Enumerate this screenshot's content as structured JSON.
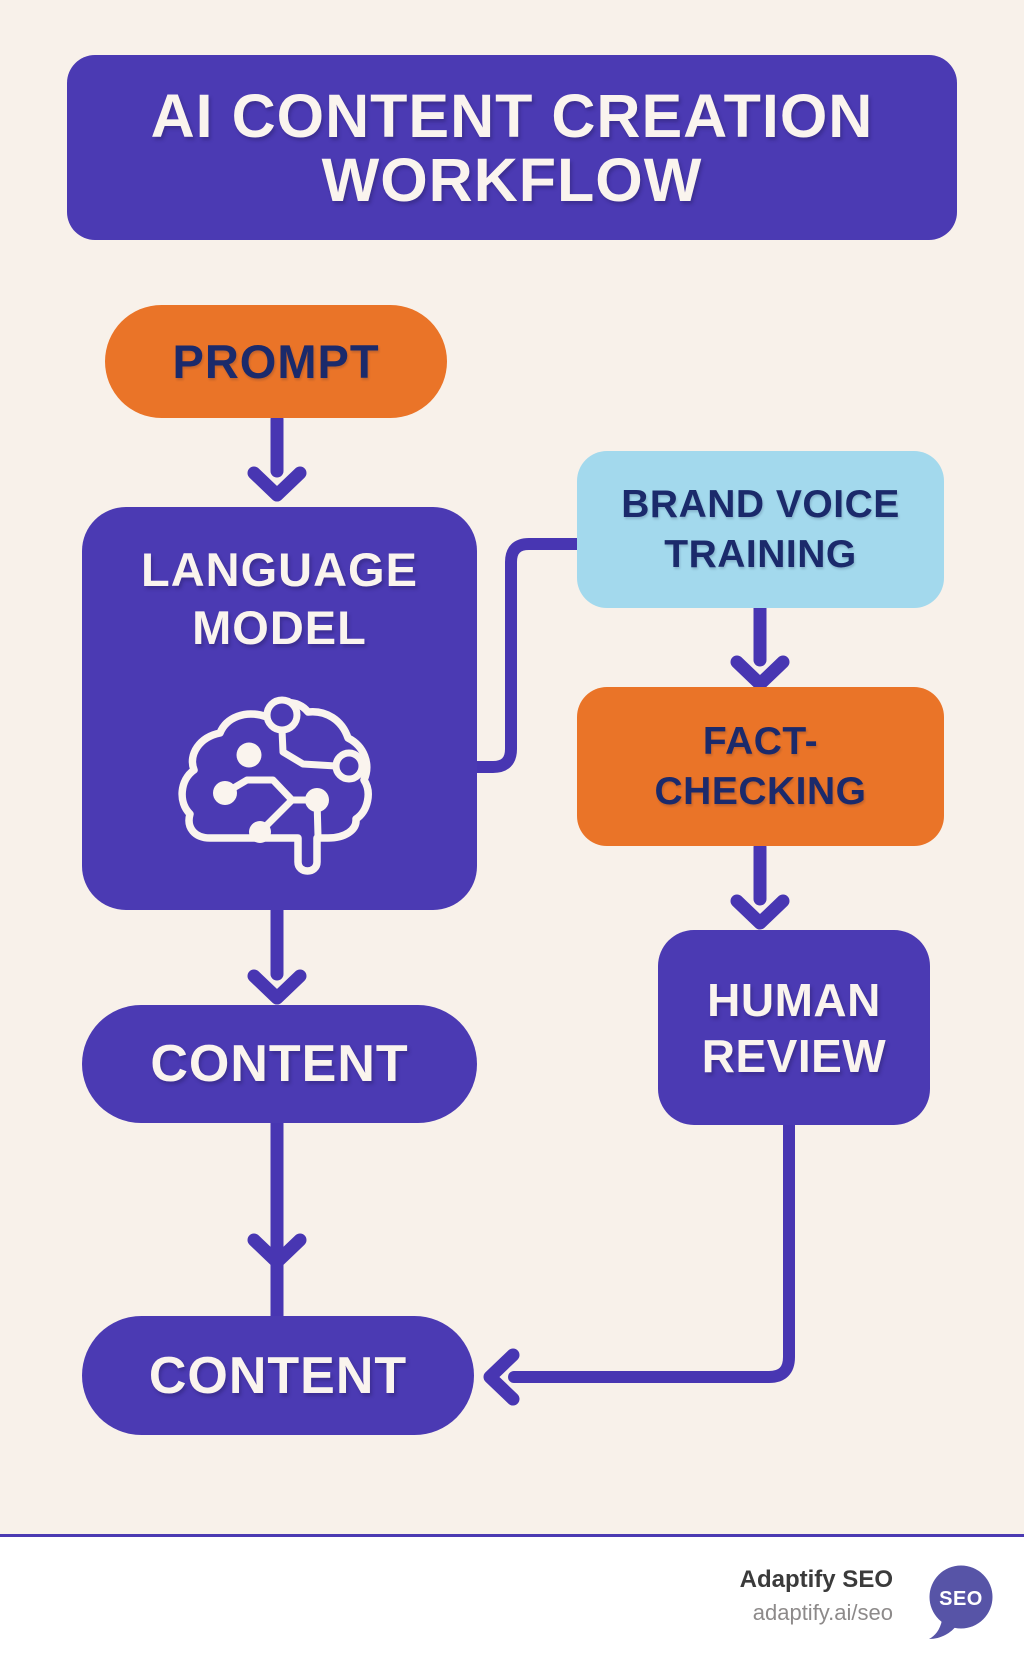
{
  "title": {
    "line1": "AI CONTENT CREATION",
    "line2": "WORKFLOW"
  },
  "nodes": {
    "prompt": {
      "label": "PROMPT",
      "shape": "pill",
      "color": "#EA7428"
    },
    "language_model": {
      "line1": "LANGUAGE",
      "line2": "MODEL",
      "icon": "brain-circuit-icon",
      "color": "#4B3AB3"
    },
    "brand_voice_training": {
      "line1": "BRAND VOICE",
      "line2": "TRAINING",
      "color": "#A3D9ED"
    },
    "fact_checking": {
      "line1": "FACT-",
      "line2": "CHECKING",
      "color": "#EA7428"
    },
    "human_review": {
      "line1": "HUMAN",
      "line2": "REVIEW",
      "color": "#4B3AB3"
    },
    "content_draft": {
      "label": "CONTENT",
      "shape": "pill",
      "color": "#4B3AB3"
    },
    "content_final": {
      "label": "CONTENT",
      "shape": "pill",
      "color": "#4B3AB3"
    }
  },
  "connections": [
    "prompt -> language_model",
    "language_model -> brand_voice_training",
    "brand_voice_training -> fact_checking",
    "fact_checking -> human_review",
    "language_model -> content_draft",
    "content_draft -> content_final",
    "human_review -> content_final"
  ],
  "footer": {
    "brand": "Adaptify SEO",
    "url": "adaptify.ai/seo",
    "badge_label": "SEO",
    "badge_icon": "speech-bubble-icon"
  },
  "colors": {
    "background": "#F8F1EA",
    "purple": "#4B3AB3",
    "orange": "#EA7428",
    "light_blue": "#A3D9ED",
    "navy_text": "#1B2A6B",
    "connector": "#4836B2",
    "divider": "#4B3AB2",
    "footer_background": "#FFFFFF",
    "badge": "#5754A7",
    "brand_text": "#3B3B3B",
    "url_text": "#8D8A8A"
  }
}
